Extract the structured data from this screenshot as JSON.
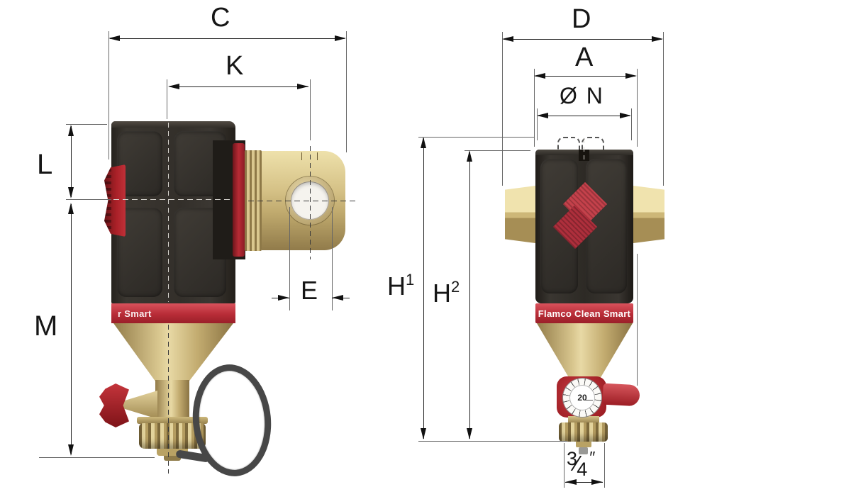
{
  "diagram": {
    "dimension_labels": {
      "c": "C",
      "k": "K",
      "l": "L",
      "m": "M",
      "e": "E",
      "d": "D",
      "a": "A",
      "diameter_n": "Ø N",
      "h1_base": "H",
      "h1_sup": "1",
      "h2_base": "H",
      "h2_sup": "2",
      "drain_num": "3",
      "drain_slash": "⁄",
      "drain_den": "4",
      "drain_unit": "″"
    },
    "left_view": {
      "band_text": "r Smart"
    },
    "right_view": {
      "band_text": "Flamco Clean Smart",
      "dial_text": "20"
    },
    "colors": {
      "body_black": "#322e2a",
      "brass": "#d2bd82",
      "band_red": "#c23440",
      "knob_red": "#b8262e",
      "line": "#1a1a1a"
    }
  }
}
